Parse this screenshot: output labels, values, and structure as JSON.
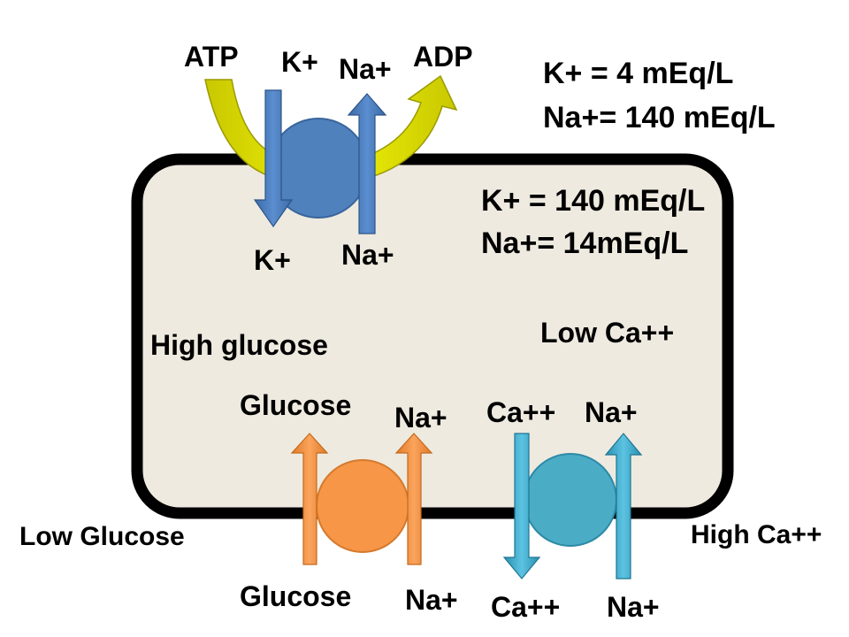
{
  "pump": {
    "atp": "ATP",
    "adp": "ADP",
    "k_out": "K+",
    "na_out": "Na+",
    "k_in": "K+",
    "na_in": "Na+"
  },
  "extracellular": {
    "k_conc": "K+ = 4 mEq/L",
    "na_conc": "Na+= 140 mEq/L",
    "low_glucose": "Low Glucose",
    "high_ca": "High Ca++"
  },
  "intracellular": {
    "k_conc": "K+ = 140 mEq/L",
    "na_conc": "Na+= 14mEq/L",
    "high_glucose": "High glucose",
    "low_ca": "Low Ca++"
  },
  "glucose_symporter": {
    "glucose_in": "Glucose",
    "na_in": "Na+",
    "glucose_out": "Glucose",
    "na_out": "Na+"
  },
  "ca_exchanger": {
    "ca_in": "Ca++",
    "na_in": "Na+",
    "ca_out": "Ca++",
    "na_out": "Na+"
  },
  "colors": {
    "cell_fill": "#eeeae0",
    "cell_border": "#000000",
    "pump_blue": "#4f81bd",
    "atp_arrow_yellow": "#e6e600",
    "symporter_orange": "#f79646",
    "exchanger_teal": "#4bacc6"
  }
}
